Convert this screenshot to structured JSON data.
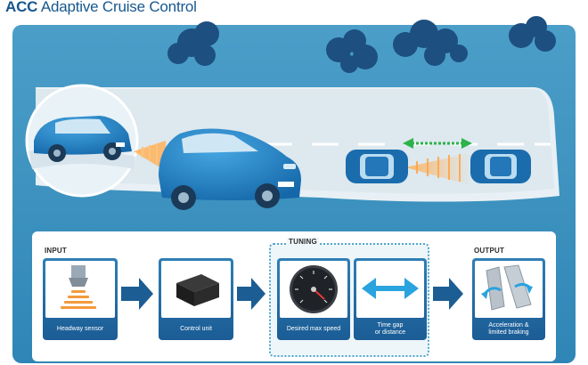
{
  "header": {
    "title_bold": "ACC",
    "title_rest": "Adaptive Cruise Control"
  },
  "flow": {
    "input_label": "INPUT",
    "tuning_label": "TUNING",
    "output_label": "OUTPUT",
    "steps": [
      {
        "caption": "Headway sensor",
        "icon": "radar-sensor-icon"
      },
      {
        "caption": "Control unit",
        "icon": "control-unit-icon"
      },
      {
        "caption": "Desired max speed",
        "icon": "speedometer-icon"
      },
      {
        "caption": "Time gap or distance",
        "caption_line1": "Time gap",
        "caption_line2": "or distance",
        "icon": "double-arrow-icon"
      },
      {
        "caption": "Acceleration & limited braking",
        "caption_line1": "Acceleration &",
        "caption_line2": "limited braking",
        "icon": "pedals-icon"
      }
    ]
  },
  "colors": {
    "panel_blue": "#2d86b4",
    "dark_blue": "#1d4f80",
    "car_blue": "#1e78b8",
    "sky_bg": "#3d93bf",
    "road": "#e6eef3",
    "tuning_dash": "#4fa6cc"
  }
}
